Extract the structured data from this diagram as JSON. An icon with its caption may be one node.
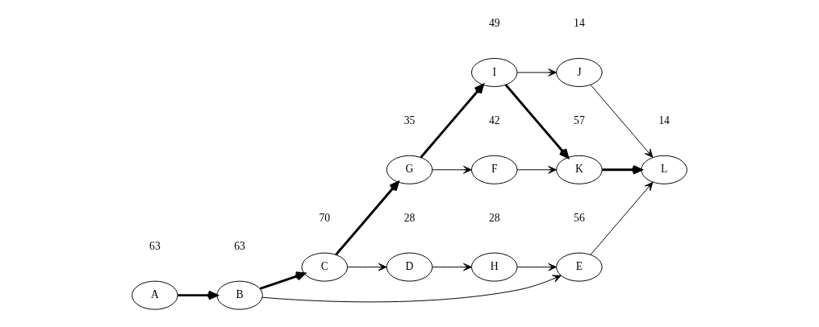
{
  "diagram": {
    "nodes": [
      {
        "text": [
          "A"
        ],
        "beside": [
          "63"
        ]
      },
      {
        "text": [
          "B"
        ],
        "beside": [
          "63"
        ]
      },
      {
        "text": [
          "C"
        ],
        "beside": [
          "70"
        ]
      },
      {
        "text": [
          "D"
        ],
        "beside": [
          "28"
        ]
      },
      {
        "text": [
          "G"
        ],
        "beside": [
          "35"
        ]
      },
      {
        "text": [
          "I"
        ],
        "beside": [
          "49"
        ]
      },
      {
        "text": [
          "F"
        ],
        "beside": [
          "42"
        ]
      },
      {
        "text": [
          "H"
        ],
        "beside": [
          "28"
        ]
      },
      {
        "text": [
          "J"
        ],
        "beside": [
          "14"
        ]
      },
      {
        "text": [
          "K"
        ],
        "beside": [
          "57"
        ]
      },
      {
        "text": [
          "E"
        ],
        "beside": [
          "56"
        ]
      },
      {
        "text": [
          "L"
        ],
        "beside": [
          "14"
        ]
      }
    ],
    "edges": [
      {
        "from": 0,
        "to": 1,
        "arrow": "to",
        "style": "thick"
      },
      {
        "from": 1,
        "to": 2,
        "arrow": "to",
        "style": "thick"
      },
      {
        "from": 1,
        "to": 10,
        "arrow": "to"
      },
      {
        "from": 2,
        "to": 4,
        "arrow": "to",
        "style": "thick"
      },
      {
        "from": 2,
        "to": 3,
        "arrow": "to"
      },
      {
        "from": 4,
        "to": 5,
        "arrow": "to",
        "style": "thick"
      },
      {
        "from": 4,
        "to": 6,
        "arrow": "to"
      },
      {
        "from": 3,
        "to": 7,
        "arrow": "to"
      },
      {
        "from": 5,
        "to": 8,
        "arrow": "to"
      },
      {
        "from": 5,
        "to": 9,
        "arrow": "to",
        "style": "thick"
      },
      {
        "from": 6,
        "to": 9,
        "arrow": "to"
      },
      {
        "from": 7,
        "to": 10,
        "arrow": "to"
      },
      {
        "from": 8,
        "to": 11,
        "arrow": "to"
      },
      {
        "from": 9,
        "to": 11,
        "arrow": "to",
        "style": "thick"
      },
      {
        "from": 10,
        "to": 11,
        "arrow": "to"
      }
    ]
  }
}
